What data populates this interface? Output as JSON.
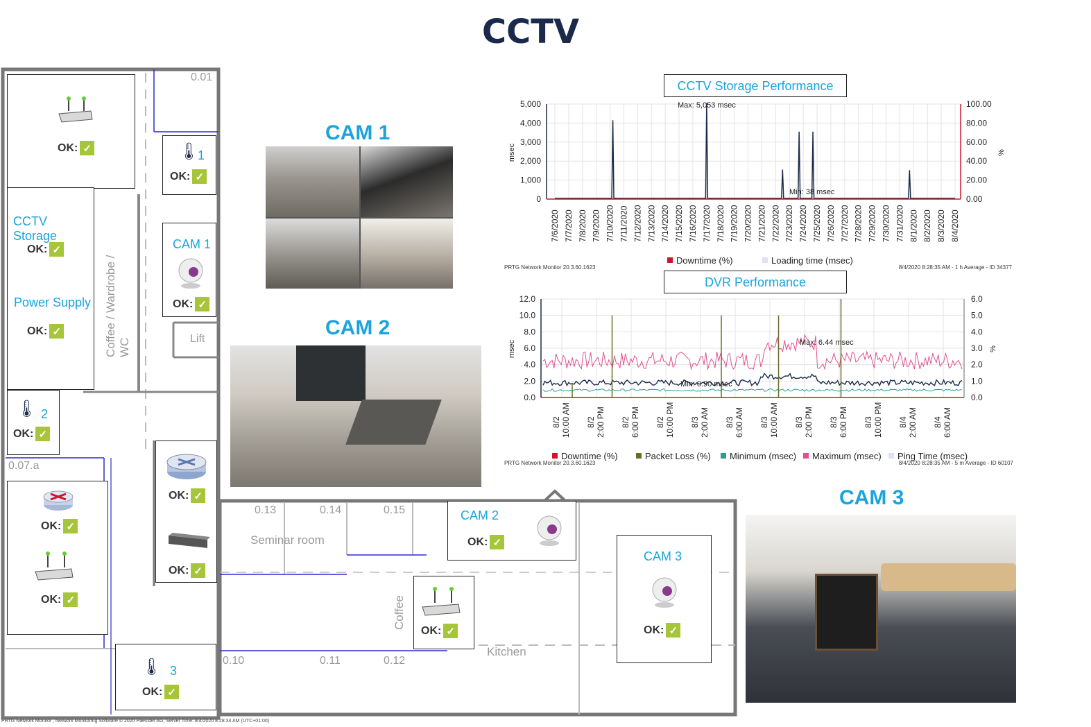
{
  "page_title": "CCTV",
  "floorplan": {
    "rooms": [
      "0.01",
      "0.07.a",
      "0.13",
      "0.14",
      "0.15",
      "0.10",
      "0.11",
      "0.12"
    ],
    "room_labels": {
      "seminar": "Seminar room",
      "coffee_wc": "Coffee / Wardrobe / WC",
      "lift": "Lift",
      "coffee": "Coffee",
      "kitchen": "Kitchen"
    },
    "ok_label": "OK:",
    "devices": {
      "router_top": {
        "icon": "wifi-router-icon",
        "status": "OK:"
      },
      "temp_1": {
        "icon": "thermometer-icon",
        "label": "1",
        "status": "OK:"
      },
      "cctv_storage": {
        "label": "CCTV Storage",
        "status": "OK:"
      },
      "power_supply": {
        "label": "Power Supply",
        "status": "OK:"
      },
      "cam1": {
        "icon": "webcam-icon",
        "label": "CAM 1",
        "status": "OK:"
      },
      "temp_2": {
        "icon": "thermometer-icon",
        "label": "2",
        "status": "OK:"
      },
      "router_red": {
        "icon": "router-icon",
        "status": "OK:"
      },
      "wifi_left": {
        "icon": "wifi-router-icon",
        "status": "OK:"
      },
      "router_blue": {
        "icon": "router-icon",
        "status": "OK:"
      },
      "switch": {
        "icon": "switch-icon",
        "status": "OK:"
      },
      "temp_3": {
        "icon": "thermometer-icon",
        "label": "3",
        "status": "OK:"
      },
      "cam2": {
        "icon": "webcam-icon",
        "label": "CAM 2",
        "status": "OK:"
      },
      "wifi_coffee": {
        "icon": "wifi-router-icon",
        "status": "OK:"
      },
      "cam3": {
        "icon": "webcam-icon",
        "label": "CAM 3",
        "status": "OK:"
      }
    }
  },
  "cameras": {
    "cam1_title": "CAM 1",
    "cam2_title": "CAM 2",
    "cam3_title": "CAM 3"
  },
  "storage_chart": {
    "title": "CCTV Storage Performance",
    "footer_left": "PRTG Network Monitor 20.3.60.1623",
    "footer_right": "8/4/2020 8:28:35 AM - 1 h Average - ID 34377",
    "legend": [
      "Downtime (%)",
      "Loading time (msec)"
    ],
    "max_label": "Max: 5,053 msec",
    "min_label": "Min: 38 msec",
    "ylabel": "msec",
    "y2label": "%"
  },
  "dvr_chart": {
    "title": "DVR Performance",
    "footer_left": "PRTG Network Monitor 20.3.60.1623",
    "footer_right": "8/4/2020 8:28:35 AM - 5 m Average - ID 60107",
    "legend": [
      "Downtime (%)",
      "Packet Loss (%)",
      "Minimum (msec)",
      "Maximum (msec)",
      "Ping Time (msec)"
    ],
    "max_label": "Max: 6.44 msec",
    "min_label": "Min: 0.90 msec",
    "ylabel": "msec",
    "y2label": "%"
  },
  "chart_data": [
    {
      "type": "line",
      "title": "CCTV Storage Performance",
      "x": [
        "7/6/2020",
        "7/7/2020",
        "7/8/2020",
        "7/9/2020",
        "7/10/2020",
        "7/11/2020",
        "7/12/2020",
        "7/13/2020",
        "7/14/2020",
        "7/15/2020",
        "7/16/2020",
        "7/17/2020",
        "7/18/2020",
        "7/19/2020",
        "7/20/2020",
        "7/21/2020",
        "7/22/2020",
        "7/23/2020",
        "7/24/2020",
        "7/25/2020",
        "7/26/2020",
        "7/27/2020",
        "7/28/2020",
        "7/29/2020",
        "7/30/2020",
        "7/31/2020",
        "8/1/2020",
        "8/2/2020",
        "8/3/2020",
        "8/4/2020"
      ],
      "ylabel": "msec",
      "y2label": "%",
      "ylim": [
        0,
        5000
      ],
      "y2lim": [
        0,
        100
      ],
      "yticks": [
        "5,000",
        "4,000",
        "3,000",
        "2,000",
        "1,000",
        "0"
      ],
      "y2ticks": [
        "100.00",
        "80.00",
        "60.00",
        "40.00",
        "20.00",
        "0.00"
      ],
      "series": [
        {
          "name": "Loading time (msec)",
          "color": "#1b2a4a",
          "peaks": [
            [
              4.2,
              4150
            ],
            [
              11.0,
              5053
            ],
            [
              16.5,
              1550
            ],
            [
              17.7,
              3550
            ],
            [
              18.7,
              3550
            ],
            [
              25.7,
              1520
            ]
          ],
          "baseline": 40
        },
        {
          "name": "Downtime (%)",
          "color": "#d0152a",
          "values_constant": 0
        }
      ],
      "grid": true,
      "legend_position": "bottom"
    },
    {
      "type": "line",
      "title": "DVR Performance",
      "x": [
        "8/2 10:00 AM",
        "8/2 2:00 PM",
        "8/2 6:00 PM",
        "8/2 10:00 PM",
        "8/3 2:00 AM",
        "8/3 6:00 AM",
        "8/3 10:00 AM",
        "8/3 2:00 PM",
        "8/3 6:00 PM",
        "8/3 10:00 PM",
        "8/4 2:00 AM",
        "8/4 6:00 AM"
      ],
      "ylabel": "msec",
      "y2label": "%",
      "ylim": [
        0,
        12
      ],
      "y2lim": [
        0,
        6
      ],
      "yticks": [
        "12.0",
        "10.0",
        "8.0",
        "6.0",
        "4.0",
        "2.0",
        "0.0"
      ],
      "y2ticks": [
        "6.0",
        "5.0",
        "4.0",
        "3.0",
        "2.0",
        "1.0",
        "0.0"
      ],
      "series": [
        {
          "name": "Maximum (msec)",
          "color": "#e0508f",
          "typical": 4.5,
          "peak": 6.44
        },
        {
          "name": "Ping Time (msec)",
          "color": "#1b2a4a",
          "typical": 1.8
        },
        {
          "name": "Minimum (msec)",
          "color": "#2a9d8f",
          "typical": 0.9
        },
        {
          "name": "Packet Loss (%)",
          "color": "#6b6b2a",
          "spikes": [
            [
              0.3,
              0.9
            ],
            [
              1.45,
              5.0
            ],
            [
              4.6,
              5.0
            ],
            [
              6.25,
              5.0
            ],
            [
              8.05,
              6.0
            ]
          ]
        },
        {
          "name": "Downtime (%)",
          "color": "#d0152a",
          "values_constant": 0
        }
      ],
      "grid": true,
      "legend_position": "bottom"
    }
  ],
  "footer": "PRTG Network Monitor , Network Monitoring Software © 2020 Paessler AG, Server Time: 8/4/2020 8:28:34 AM (UTC+01:00)",
  "colors": {
    "accent": "#1aa3dc",
    "ok": "#a6c539",
    "title": "#1b2a4a"
  }
}
